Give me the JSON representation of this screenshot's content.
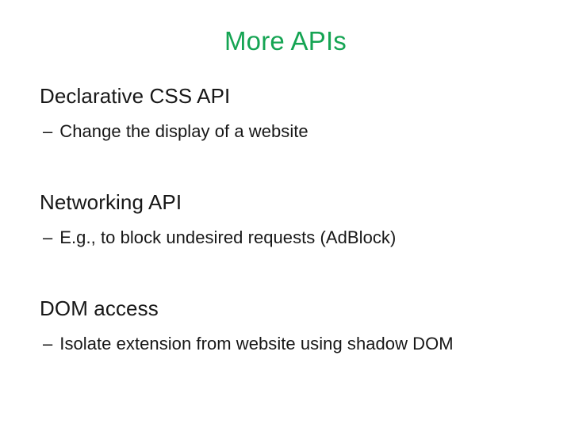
{
  "slide": {
    "title": "More APIs",
    "title_color": "#15a453",
    "body_color": "#171717",
    "background_color": "#ffffff",
    "bullet_marker": "–",
    "sections": [
      {
        "heading": "Declarative CSS API",
        "bullets": [
          {
            "marker": "–",
            "text": "Change the display of a website"
          }
        ]
      },
      {
        "heading": "Networking API",
        "bullets": [
          {
            "marker": "–",
            "text": "E.g., to block undesired requests (AdBlock)"
          }
        ]
      },
      {
        "heading": "DOM access",
        "bullets": [
          {
            "marker": "–",
            "text": "Isolate extension from website using shadow DOM"
          }
        ]
      }
    ]
  }
}
